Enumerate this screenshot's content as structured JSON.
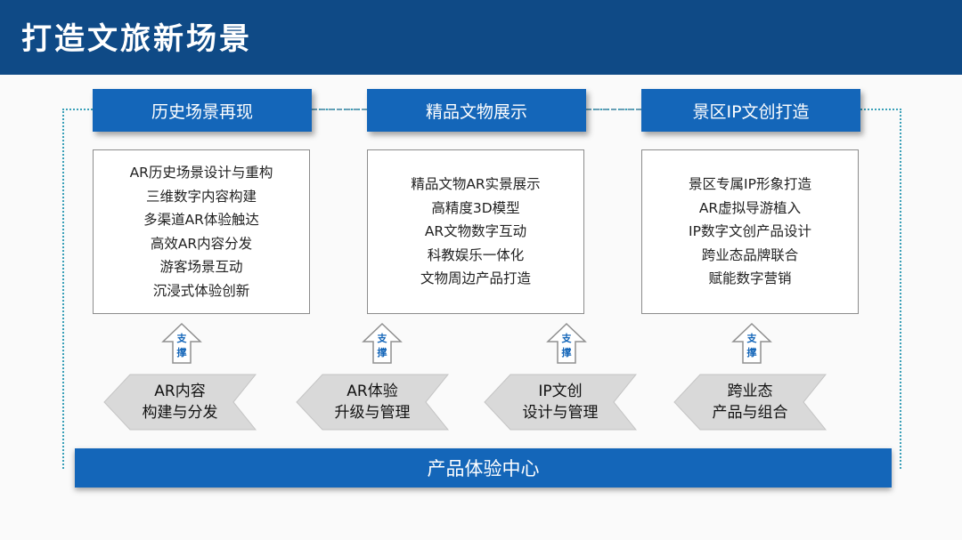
{
  "header": {
    "title": "打造文旅新场景"
  },
  "columns": [
    {
      "title": "历史场景再现",
      "items": [
        "AR历史场景设计与重构",
        "三维数字内容构建",
        "多渠道AR体验触达",
        "高效AR内容分发",
        "游客场景互动",
        "沉浸式体验创新"
      ]
    },
    {
      "title": "精品文物展示",
      "items": [
        "精品文物AR实景展示",
        "高精度3D模型",
        "AR文物数字互动",
        "科教娱乐一体化",
        "文物周边产品打造"
      ]
    },
    {
      "title": "景区IP文创打造",
      "items": [
        "景区专属IP形象打造",
        "AR虚拟导游植入",
        "IP数字文创产品设计",
        "跨业态品牌联合",
        "赋能数字营销"
      ]
    }
  ],
  "support_label": {
    "line1": "支",
    "line2": "撑"
  },
  "chevrons": [
    {
      "line1": "AR内容",
      "line2": "构建与分发"
    },
    {
      "line1": "AR体验",
      "line2": "升级与管理"
    },
    {
      "line1": "IP文创",
      "line2": "设计与管理"
    },
    {
      "line1": "跨业态",
      "line2": "产品与组合"
    }
  ],
  "bottom_bar": {
    "label": "产品体验中心"
  },
  "colors": {
    "header_bg": "#0f4a86",
    "accent_blue": "#1466b9",
    "chevron_fill": "#d9d9d9",
    "frame_dots": "#3aa0b8"
  }
}
